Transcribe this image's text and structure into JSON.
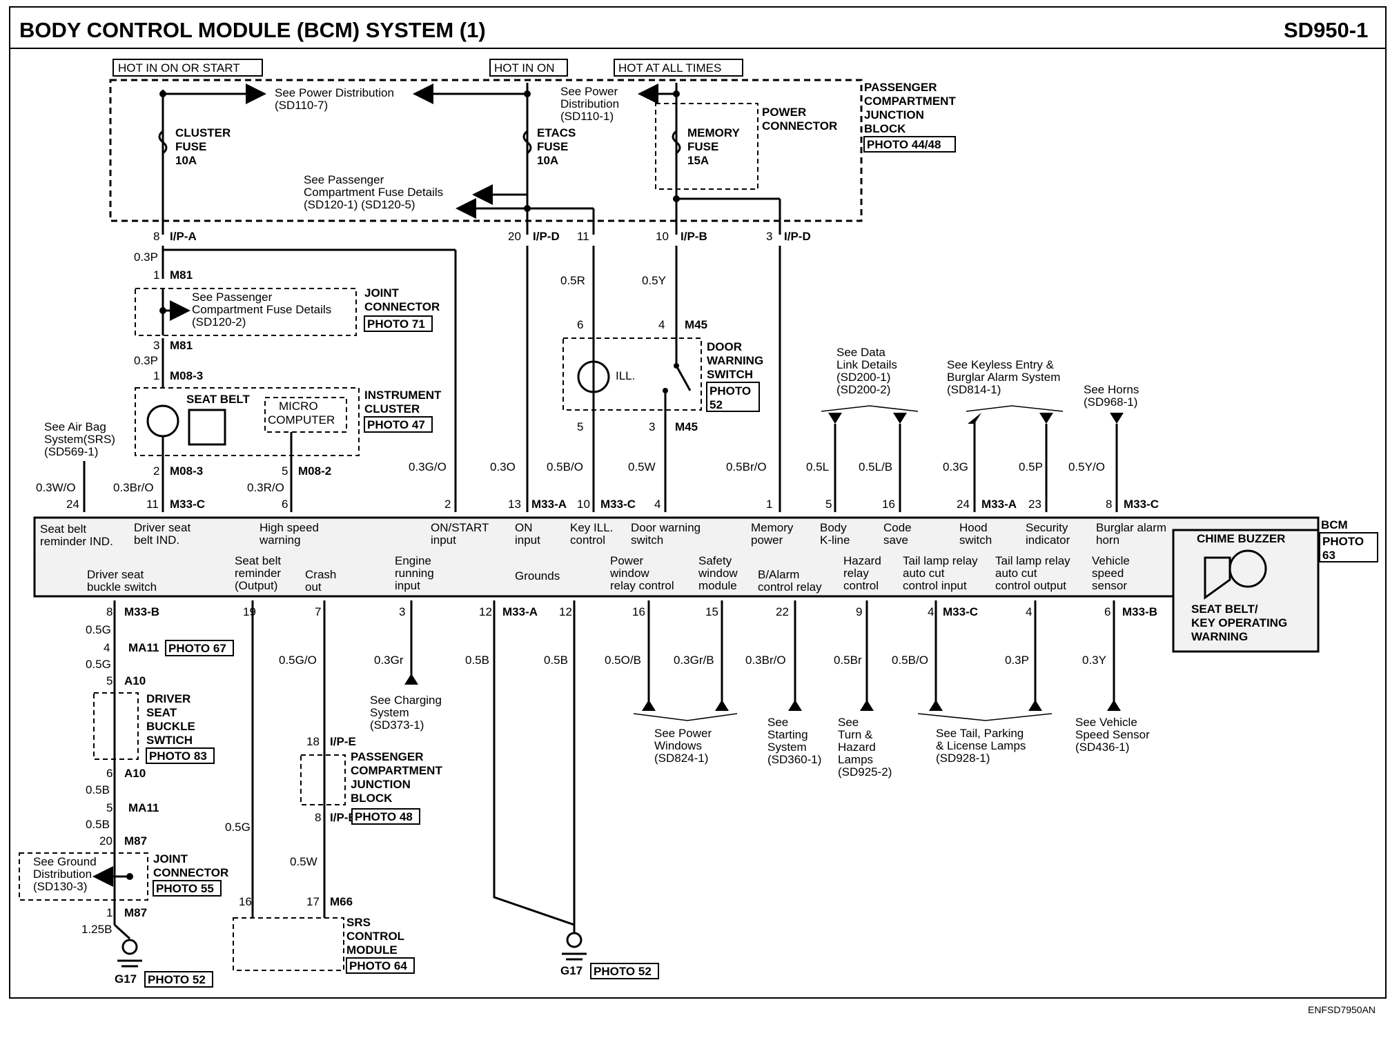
{
  "header": {
    "title": "BODY CONTROL MODULE (BCM) SYSTEM (1)",
    "code": "SD950-1"
  },
  "footer": {
    "code": "ENFSD7950AN"
  },
  "power": {
    "hot_in_on_or_start": "HOT IN ON OR START",
    "hot_in_on": "HOT IN ON",
    "hot_at_all_times": "HOT AT ALL TIMES"
  },
  "pcjb": {
    "lines": [
      "PASSENGER",
      "COMPARTMENT",
      "JUNCTION",
      "BLOCK"
    ],
    "photo": "PHOTO 44/48"
  },
  "power_connector": [
    "POWER",
    "CONNECTOR"
  ],
  "fuses": {
    "cluster": [
      "CLUSTER",
      "FUSE",
      "10A"
    ],
    "etacs": [
      "ETACS",
      "FUSE",
      "10A"
    ],
    "memory": [
      "MEMORY",
      "FUSE",
      "15A"
    ]
  },
  "refs": {
    "power_dist_1": [
      "See Power Distribution",
      "(SD110-7)"
    ],
    "power_dist_2": [
      "See Power",
      "Distribution",
      "(SD110-1)"
    ],
    "pcfd_1": [
      "See Passenger",
      "Compartment Fuse Details",
      "(SD120-1) (SD120-5)"
    ],
    "pcfd_2": [
      "See Passenger",
      "Compartment Fuse Details",
      "(SD120-2)"
    ],
    "airbag": [
      "See Air Bag",
      "System(SRS)",
      "(SD569-1)"
    ],
    "datalink": [
      "See Data",
      "Link Details",
      "(SD200-1)",
      "(SD200-2)"
    ],
    "keyless": [
      "See Keyless Entry &",
      "Burglar Alarm System",
      "(SD814-1)"
    ],
    "horns": [
      "See Horns",
      "(SD968-1)"
    ],
    "charging": [
      "See Charging",
      "System",
      "(SD373-1)"
    ],
    "power_windows": [
      "See Power",
      "Windows",
      "(SD824-1)"
    ],
    "starting": [
      "See",
      "Starting",
      "System",
      "(SD360-1)"
    ],
    "turn": [
      "See",
      "Turn &",
      "Hazard",
      "Lamps",
      "(SD925-2)"
    ],
    "tail": [
      "See Tail, Parking",
      "& License Lamps",
      "(SD928-1)"
    ],
    "speed": [
      "See Vehicle",
      "Speed Sensor",
      "(SD436-1)"
    ],
    "ground_dist": [
      "See Ground",
      "Distribution",
      "(SD130-3)"
    ]
  },
  "components": {
    "joint_connector_1": {
      "lines": [
        "JOINT",
        "CONNECTOR"
      ],
      "photo": "PHOTO 71"
    },
    "instrument_cluster": {
      "lines": [
        "INSTRUMENT",
        "CLUSTER"
      ],
      "photo": "PHOTO 47",
      "seat_belt": "SEAT BELT",
      "micro": [
        "MICRO",
        "COMPUTER"
      ]
    },
    "door_warning": {
      "lines": [
        "DOOR",
        "WARNING",
        "SWITCH"
      ],
      "photo": [
        "PHOTO",
        "52"
      ],
      "ill": "ILL."
    },
    "driver_buckle": {
      "lines": [
        "DRIVER",
        "SEAT",
        "BUCKLE",
        "SWTICH"
      ],
      "photo": "PHOTO 83"
    },
    "pcjb_2": {
      "lines": [
        "PASSENGER",
        "COMPARTMENT",
        "JUNCTION",
        "BLOCK"
      ],
      "photo": "PHOTO 48"
    },
    "joint_connector_2": {
      "lines": [
        "JOINT",
        "CONNECTOR"
      ],
      "photo": "PHOTO 55"
    },
    "srs": {
      "lines": [
        "SRS",
        "CONTROL",
        "MODULE"
      ],
      "photo": "PHOTO 64"
    },
    "bcm": {
      "label": "BCM",
      "photo": [
        "PHOTO",
        "63"
      ],
      "chime": "CHIME BUZZER",
      "chime_note": [
        "SEAT BELT/",
        "KEY OPERATING",
        "WARNING"
      ]
    },
    "ma11_photo": "PHOTO 67",
    "g17_left": {
      "name": "G17",
      "photo": "PHOTO 52"
    },
    "g17_mid": {
      "name": "G17",
      "photo": "PHOTO 52"
    }
  },
  "connectors": {
    "ipa": "I/P-A",
    "ipd": "I/P-D",
    "ipb": "I/P-B",
    "ipe": "I/P-E",
    "m81": "M81",
    "m08_3": "M08-3",
    "m08_2": "M08-2",
    "m45": "M45",
    "m33a": "M33-A",
    "m33b": "M33-B",
    "m33c": "M33-C",
    "ma11": "MA11",
    "a10": "A10",
    "m87": "M87",
    "m66": "M66"
  },
  "pins": {
    "p8": "8",
    "p1": "1",
    "p3": "3",
    "p2": "2",
    "p5": "5",
    "p20": "20",
    "p11": "11",
    "p10": "10",
    "p6": "6",
    "p4": "4",
    "p24": "24",
    "p13": "13",
    "p16": "16",
    "p23": "23",
    "p19": "19",
    "p7": "7",
    "p12": "12",
    "p15": "15",
    "p22": "22",
    "p9": "9",
    "p18": "18",
    "p17": "17"
  },
  "wires": {
    "w03p": "0.3P",
    "w05r": "0.5R",
    "w05y": "0.5Y",
    "w03wo": "0.3W/O",
    "w03bro": "0.3Br/O",
    "w03ro": "0.3R/O",
    "w03go": "0.3G/O",
    "w03o": "0.3O",
    "w05bo": "0.5B/O",
    "w05w": "0.5W",
    "w05bro": "0.5Br/O",
    "w05l": "0.5L",
    "w05lb": "0.5L/B",
    "w03g": "0.3G",
    "w05p": "0.5P",
    "w05yo": "0.5Y/O",
    "w05g": "0.5G",
    "w05go": "0.5G/O",
    "w03gr": "0.3Gr",
    "w05b": "0.5B",
    "w05ob": "0.5O/B",
    "w03grb": "0.3Gr/B",
    "w03bro2": "0.3Br/O",
    "w05br": "0.5Br",
    "w03p2": "0.3P",
    "w03y": "0.3Y",
    "w05b2": "0.5B",
    "w05w2": "0.5W",
    "w125b": "1.25B"
  },
  "bcm_top_labels": [
    [
      "Seat belt",
      "reminder IND."
    ],
    [
      "Driver seat",
      "belt IND."
    ],
    [
      "High speed",
      "warning"
    ],
    [
      "ON/START",
      "input"
    ],
    [
      "ON",
      "input"
    ],
    [
      "Key ILL.",
      "control"
    ],
    [
      "Door warning",
      "switch"
    ],
    [
      "Memory",
      "power"
    ],
    [
      "Body",
      "K-line"
    ],
    [
      "Code",
      "save"
    ],
    [
      "Hood",
      "switch"
    ],
    [
      "Security",
      "indicator"
    ],
    [
      "Burglar alarm",
      "horn"
    ]
  ],
  "bcm_bottom_labels": [
    [
      "Driver seat",
      "buckle switch"
    ],
    [
      "Seat belt",
      "reminder",
      "(Output)"
    ],
    [
      "Crash",
      "out"
    ],
    [
      "Engine",
      "running",
      "input"
    ],
    [
      "Grounds"
    ],
    [
      "Power",
      "window",
      "relay control"
    ],
    [
      "Safety",
      "window",
      "module"
    ],
    [
      "B/Alarm",
      "control relay"
    ],
    [
      "Hazard",
      "relay",
      "control"
    ],
    [
      "Tail lamp relay",
      "auto cut",
      "control input"
    ],
    [
      "Tail lamp relay",
      "auto cut",
      "control output"
    ],
    [
      "Vehicle",
      "speed",
      "sensor"
    ]
  ]
}
